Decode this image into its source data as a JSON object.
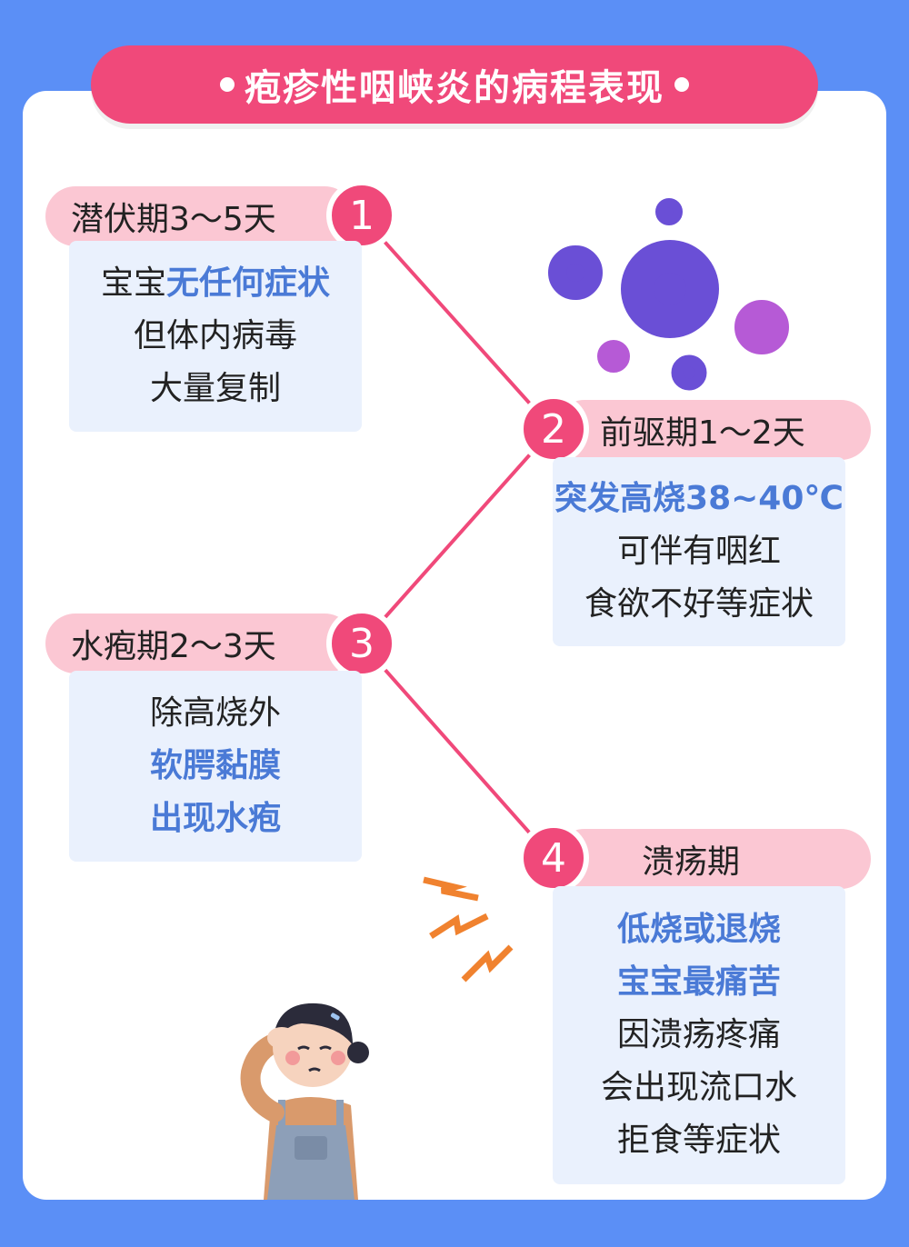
{
  "title": "疱疹性咽峡炎的病程表现",
  "colors": {
    "background": "#5b8ff6",
    "accent": "#f0497a",
    "label_bg": "#fbc7d3",
    "box_bg": "#eaf1fd",
    "highlight": "#4a7ad6"
  },
  "stages": [
    {
      "number": "1",
      "label": "潜伏期3～5天",
      "lines": [
        {
          "normal": "宝宝",
          "highlight": "无任何症状"
        },
        {
          "normal": "但体内病毒",
          "highlight": ""
        },
        {
          "normal": "大量复制",
          "highlight": ""
        }
      ]
    },
    {
      "number": "2",
      "label": "前驱期1～2天",
      "lines": [
        {
          "normal": "",
          "highlight": "突发高烧38~40℃"
        },
        {
          "normal": "可伴有咽红",
          "highlight": ""
        },
        {
          "normal": "食欲不好等症状",
          "highlight": ""
        }
      ]
    },
    {
      "number": "3",
      "label": "水疱期2～3天",
      "lines": [
        {
          "normal": "除高烧外",
          "highlight": ""
        },
        {
          "normal": "",
          "highlight": "软腭黏膜"
        },
        {
          "normal": "",
          "highlight": "出现水疱"
        }
      ]
    },
    {
      "number": "4",
      "label": "溃疡期",
      "lines": [
        {
          "normal": "",
          "highlight": "低烧或退烧"
        },
        {
          "normal": "",
          "highlight": "宝宝最痛苦"
        },
        {
          "normal": "因溃疡疼痛",
          "highlight": ""
        },
        {
          "normal": "会出现流口水",
          "highlight": ""
        },
        {
          "normal": "拒食等症状",
          "highlight": ""
        }
      ]
    }
  ],
  "illustrations": {
    "virus": "virus-cluster-icon",
    "child": "child-headache-illustration"
  }
}
